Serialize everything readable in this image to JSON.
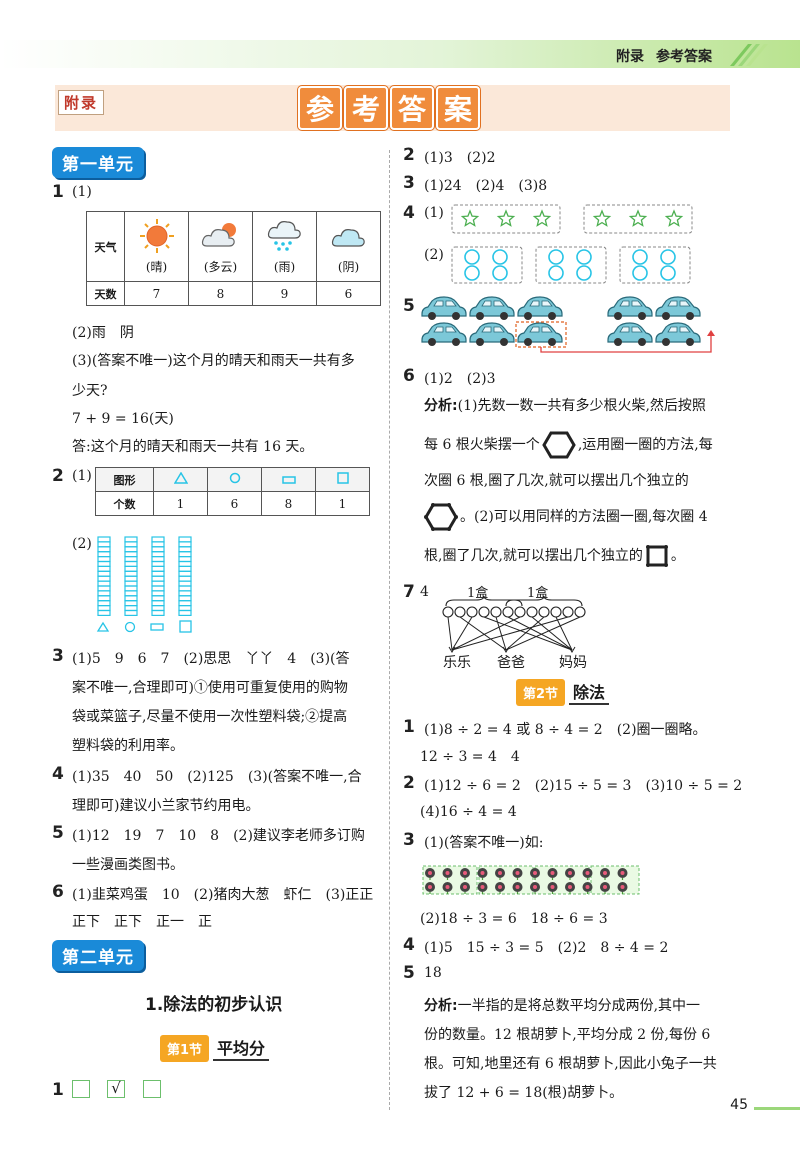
{
  "header": {
    "appendix": "附录",
    "answers": "参考答案"
  },
  "title": {
    "badge": "附录",
    "chars": [
      "参",
      "考",
      "答",
      "案"
    ]
  },
  "units": {
    "u1": "第一单元",
    "u2": "第二单元"
  },
  "left": {
    "q1": {
      "num": "1",
      "p1": "(1)",
      "table": {
        "row_label_1": "天气",
        "row_label_2": "天数",
        "captions": [
          "(晴)",
          "(多云)",
          "(雨)",
          "(阴)"
        ],
        "values": [
          "7",
          "8",
          "9",
          "6"
        ]
      },
      "lines": [
        "(2)雨　阴",
        "(3)(答案不唯一)这个月的晴天和雨天一共有多",
        "少天?",
        "7 + 9 = 16(天)",
        "答:这个月的晴天和雨天一共有 16 天。"
      ]
    },
    "q2": {
      "num": "2",
      "p1": "(1)",
      "table": {
        "row_label_1": "图形",
        "row_label_2": "个数",
        "values": [
          "1",
          "6",
          "8",
          "1"
        ]
      },
      "p2": "(2)"
    },
    "q3": {
      "num": "3",
      "lines": [
        "(1)5　9　6　7　(2)思思　丫丫　4　(3)(答",
        "案不唯一,合理即可)①使用可重复使用的购物",
        "袋或菜篮子,尽量不使用一次性塑料袋;②提高",
        "塑料袋的利用率。"
      ]
    },
    "q4": {
      "num": "4",
      "lines": [
        "(1)35　40　50　(2)125　(3)(答案不唯一,合",
        "理即可)建议小兰家节约用电。"
      ]
    },
    "q5": {
      "num": "5",
      "lines": [
        "(1)12　19　7　10　8　(2)建议李老师多订购",
        "一些漫画类图书。"
      ]
    },
    "q6": {
      "num": "6",
      "lines": [
        "(1)韭菜鸡蛋　10　(2)猪肉大葱　虾仁　(3)正正",
        "正下　正下　正一　正"
      ]
    },
    "chapter": "1.除法的初步认识",
    "sec1": {
      "tag": "第1节",
      "name": "平均分"
    },
    "q1b": {
      "num": "1",
      "check": "√"
    }
  },
  "right": {
    "q2": {
      "num": "2",
      "text": "(1)3　(2)2"
    },
    "q3": {
      "num": "3",
      "text": "(1)24　(2)4　(3)8"
    },
    "q4": {
      "num": "4",
      "p1": "(1)",
      "p2": "(2)"
    },
    "q5": {
      "num": "5"
    },
    "q6": {
      "num": "6",
      "text": "(1)2　(2)3",
      "analysis_label": "分析:",
      "analysis": [
        "(1)先数一数一共有多少根火柴,然后按照",
        "每 6 根火柴摆一个",
        ",运用圈一圈的方法,每",
        "次圈 6 根,圈了几次,就可以摆出几个独立的",
        "。(2)可以用同样的方法圈一圈,每次圈 4",
        "根,圈了几次,就可以摆出几个独立的",
        "。"
      ]
    },
    "q7": {
      "num": "7",
      "answer": "4",
      "box_label": "1盒",
      "names": [
        "乐乐",
        "爸爸",
        "妈妈"
      ]
    },
    "sec2": {
      "tag": "第2节",
      "name": "除法"
    },
    "q1": {
      "num": "1",
      "lines": [
        "(1)8 ÷ 2 = 4 或 8 ÷ 4 = 2　(2)圈一圈略。",
        "12 ÷ 3 = 4　4"
      ]
    },
    "q2b": {
      "num": "2",
      "lines": [
        "(1)12 ÷ 6 = 2　(2)15 ÷ 5 = 3　(3)10 ÷ 5 = 2",
        "(4)16 ÷ 4 = 4"
      ]
    },
    "q3b": {
      "num": "3",
      "lines": [
        "(1)(答案不唯一)如:",
        "(2)18 ÷ 3 = 6　18 ÷ 6 = 3"
      ]
    },
    "q4b": {
      "num": "4",
      "text": "(1)5　15 ÷ 3 = 5　(2)2　8 ÷ 4 = 2"
    },
    "q5b": {
      "num": "5",
      "answer": "18",
      "analysis_label": "分析:",
      "analysis": [
        "一半指的是将总数平均分成两份,其中一",
        "份的数量。12 根胡萝卜,平均分成 2 份,每份 6",
        "根。可知,地里还有 6 根胡萝卜,因此小兔子一共",
        "拔了 12 + 6 = 18(根)胡萝卜。"
      ]
    }
  },
  "page_number": "45",
  "colors": {
    "accent_blue": "#1a8ad8",
    "accent_orange": "#f08c3c",
    "accent_green": "#9bd77a",
    "cyan": "#27c4e6"
  }
}
